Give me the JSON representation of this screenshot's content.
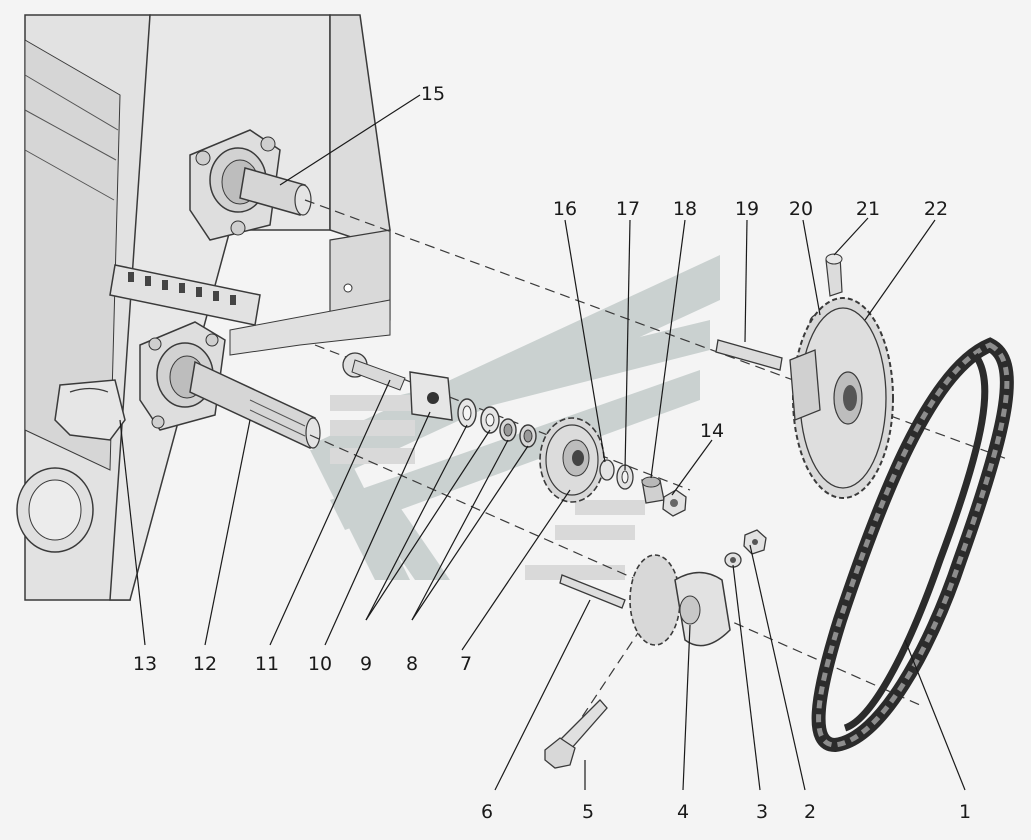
{
  "diagram": {
    "colors": {
      "background": "#f4f4f4",
      "frame": "#e4e4e4",
      "outline": "#3a3a3a",
      "metal": "#cfcfcf",
      "chain": "#2b2b2b",
      "watermark": "#b9c3c1"
    },
    "callouts": [
      {
        "id": "1",
        "label": "1"
      },
      {
        "id": "2",
        "label": "2"
      },
      {
        "id": "3",
        "label": "3"
      },
      {
        "id": "4",
        "label": "4"
      },
      {
        "id": "5",
        "label": "5"
      },
      {
        "id": "6",
        "label": "6"
      },
      {
        "id": "7",
        "label": "7"
      },
      {
        "id": "8",
        "label": "8"
      },
      {
        "id": "9",
        "label": "9"
      },
      {
        "id": "10",
        "label": "10"
      },
      {
        "id": "11",
        "label": "11"
      },
      {
        "id": "12",
        "label": "12"
      },
      {
        "id": "13",
        "label": "13"
      },
      {
        "id": "14",
        "label": "14"
      },
      {
        "id": "15",
        "label": "15"
      },
      {
        "id": "16",
        "label": "16"
      },
      {
        "id": "17",
        "label": "17"
      },
      {
        "id": "18",
        "label": "18"
      },
      {
        "id": "19",
        "label": "19"
      },
      {
        "id": "20",
        "label": "20"
      },
      {
        "id": "21",
        "label": "21"
      },
      {
        "id": "22",
        "label": "22"
      }
    ]
  }
}
